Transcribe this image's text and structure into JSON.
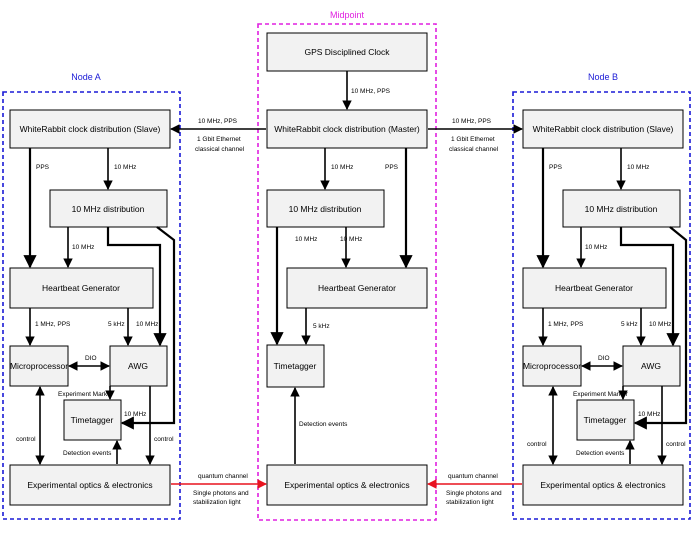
{
  "regions": {
    "node_a": {
      "label": "Node A",
      "color": "#1a1ad6"
    },
    "midpoint": {
      "label": "Midpoint",
      "color": "#e020e0"
    },
    "node_b": {
      "label": "Node B",
      "color": "#1a1ad6"
    }
  },
  "blocks": {
    "gps": "GPS Disciplined Clock",
    "wr_master": "WhiteRabbit clock distribution (Master)",
    "wr_slave": "WhiteRabbit clock distribution (Slave)",
    "dist": "10 MHz distribution",
    "heartbeat": "Heartbeat Generator",
    "micro": "Microprocessor",
    "awg": "AWG",
    "timetagger": "Timetagger",
    "optics": "Experimental optics & electronics"
  },
  "labels": {
    "mhz10_pps": "10 MHz, PPS",
    "pps": "PPS",
    "mhz10": "10 MHz",
    "mhz1_pps": "1 MHz, PPS",
    "khz5": "5 kHz",
    "dio": "DIO",
    "exp_marker": "Experiment Marker",
    "control": "control",
    "detection": "Detection events",
    "gbit": "1 Gbit Ethernet",
    "classical": "classical channel",
    "quantum": "quantum channel",
    "single_photons": "Single photons and",
    "stab_light": "stabilization light"
  },
  "colors": {
    "arrow": "#000000",
    "quantum_arrow": "#e8131f",
    "box_fill": "#f2f2f2"
  }
}
